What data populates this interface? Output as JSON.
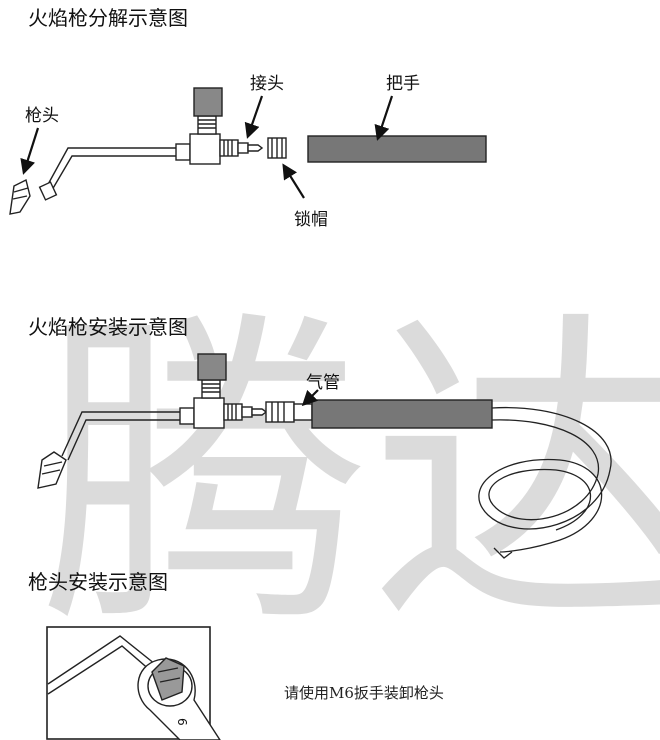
{
  "sections": {
    "exploded_title": "火焰枪分解示意图",
    "install_title": "火焰枪安装示意图",
    "tip_title": "枪头安装示意图"
  },
  "labels": {
    "gun_tip": "枪头",
    "connector": "接头",
    "handle": "把手",
    "lock_cap": "锁帽",
    "gas_pipe": "气管"
  },
  "tip_install": {
    "caption": "请使用M6扳手装卸枪头",
    "wrench_mark": "6"
  },
  "watermark": {
    "text": "腾达",
    "color": "#c8c8c8"
  }
}
